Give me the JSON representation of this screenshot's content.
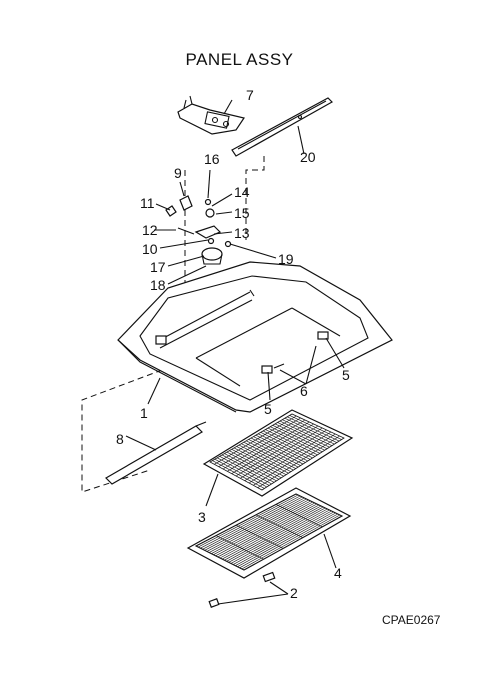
{
  "title": "PANEL ASSY",
  "diagram_code": "CPAE0267",
  "callouts": [
    "7",
    "20",
    "16",
    "9",
    "14",
    "11",
    "15",
    "12",
    "13",
    "10",
    "19",
    "17",
    "18",
    "5",
    "6",
    "1",
    "5",
    "8",
    "3",
    "4",
    "2"
  ]
}
